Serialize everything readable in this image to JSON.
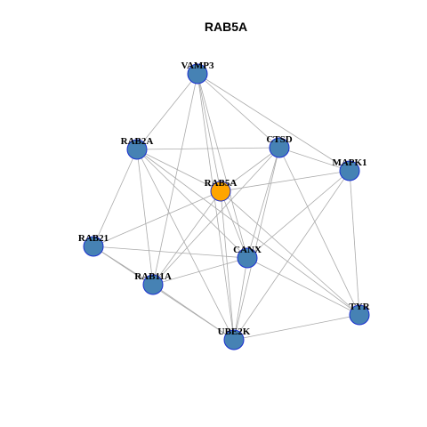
{
  "title": "RAB5A",
  "colors": {
    "node_default": "#4682b4",
    "node_highlight": "#ffa500",
    "node_border": "#1a2fd0",
    "edge": "#aaaaaa"
  },
  "nodes": [
    {
      "id": "VAMP3",
      "label": "VAMP3",
      "highlight": false
    },
    {
      "id": "RAB2A",
      "label": "RAB2A",
      "highlight": false
    },
    {
      "id": "CTSD",
      "label": "CTSD",
      "highlight": false
    },
    {
      "id": "MAPK1",
      "label": "MAPK1",
      "highlight": false
    },
    {
      "id": "RAB5A",
      "label": "RAB5A",
      "highlight": true
    },
    {
      "id": "RAB21",
      "label": "RAB21",
      "highlight": false
    },
    {
      "id": "CANX",
      "label": "CANX",
      "highlight": false
    },
    {
      "id": "RAB11A",
      "label": "RAB11A",
      "highlight": false
    },
    {
      "id": "TYR",
      "label": "TYR",
      "highlight": false
    },
    {
      "id": "UBE2K",
      "label": "UBE2K",
      "highlight": false
    }
  ],
  "edges": [
    [
      "VAMP3",
      "RAB2A"
    ],
    [
      "VAMP3",
      "CTSD"
    ],
    [
      "VAMP3",
      "MAPK1"
    ],
    [
      "VAMP3",
      "RAB5A"
    ],
    [
      "VAMP3",
      "CANX"
    ],
    [
      "VAMP3",
      "RAB11A"
    ],
    [
      "VAMP3",
      "UBE2K"
    ],
    [
      "RAB2A",
      "CTSD"
    ],
    [
      "RAB2A",
      "RAB5A"
    ],
    [
      "RAB2A",
      "RAB21"
    ],
    [
      "RAB2A",
      "CANX"
    ],
    [
      "RAB2A",
      "RAB11A"
    ],
    [
      "RAB2A",
      "UBE2K"
    ],
    [
      "RAB2A",
      "TYR"
    ],
    [
      "CTSD",
      "MAPK1"
    ],
    [
      "CTSD",
      "RAB5A"
    ],
    [
      "CTSD",
      "CANX"
    ],
    [
      "CTSD",
      "RAB11A"
    ],
    [
      "CTSD",
      "UBE2K"
    ],
    [
      "CTSD",
      "TYR"
    ],
    [
      "MAPK1",
      "RAB5A"
    ],
    [
      "MAPK1",
      "CANX"
    ],
    [
      "MAPK1",
      "UBE2K"
    ],
    [
      "MAPK1",
      "TYR"
    ],
    [
      "RAB5A",
      "RAB21"
    ],
    [
      "RAB5A",
      "CANX"
    ],
    [
      "RAB5A",
      "RAB11A"
    ],
    [
      "RAB5A",
      "UBE2K"
    ],
    [
      "RAB5A",
      "TYR"
    ],
    [
      "RAB21",
      "CANX"
    ],
    [
      "RAB21",
      "RAB11A"
    ],
    [
      "RAB21",
      "UBE2K"
    ],
    [
      "CANX",
      "RAB11A"
    ],
    [
      "CANX",
      "UBE2K"
    ],
    [
      "CANX",
      "TYR"
    ],
    [
      "RAB11A",
      "UBE2K"
    ],
    [
      "UBE2K",
      "TYR"
    ]
  ]
}
